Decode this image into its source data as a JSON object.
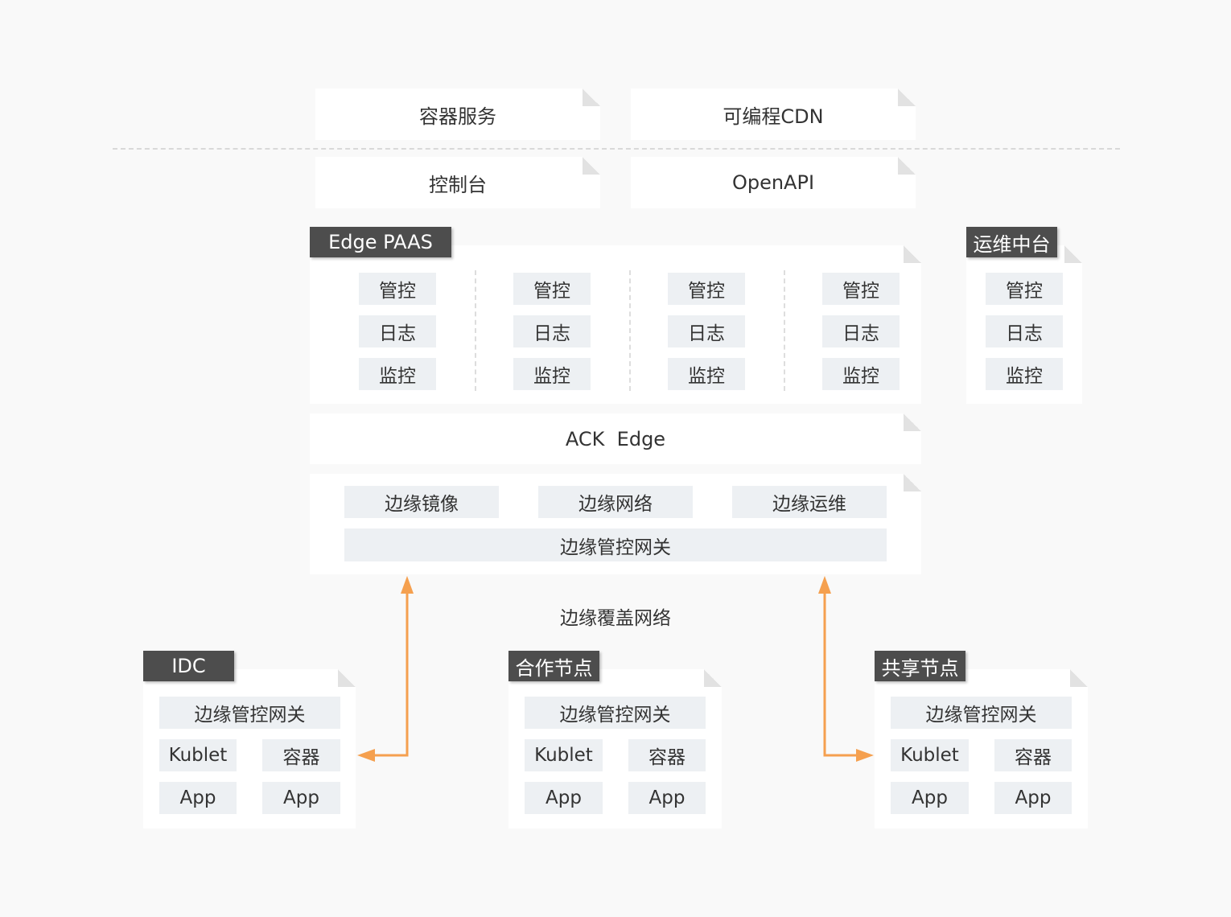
{
  "top_boxes": {
    "container_service": "容器服务",
    "programmable_cdn": "可编程CDN",
    "console": "控制台",
    "openapi": "OpenAPI"
  },
  "edge_paas": {
    "tag": "Edge PAAS",
    "columns": [
      [
        "管控",
        "日志",
        "监控"
      ],
      [
        "管控",
        "日志",
        "监控"
      ],
      [
        "管控",
        "日志",
        "监控"
      ],
      [
        "管控",
        "日志",
        "监控"
      ]
    ]
  },
  "ops_platform": {
    "tag": "运维中台",
    "items": [
      "管控",
      "日志",
      "监控"
    ]
  },
  "ack_edge": "ACK  Edge",
  "edge_components": {
    "items": [
      "边缘镜像",
      "边缘网络",
      "边缘运维"
    ],
    "gateway": "边缘管控网关"
  },
  "overlay_network": "边缘覆盖网络",
  "nodes": [
    {
      "tag": "IDC",
      "gateway": "边缘管控网关",
      "kublet": "Kublet",
      "container": "容器",
      "app1": "App",
      "app2": "App"
    },
    {
      "tag": "合作节点",
      "gateway": "边缘管控网关",
      "kublet": "Kublet",
      "container": "容器",
      "app1": "App",
      "app2": "App"
    },
    {
      "tag": "共享节点",
      "gateway": "边缘管控网关",
      "kublet": "Kublet",
      "container": "容器",
      "app1": "App",
      "app2": "App"
    }
  ],
  "colors": {
    "arrow": "#f5a04f",
    "tag_bg": "#4d4d4d",
    "cell_bg": "#edf0f3"
  }
}
